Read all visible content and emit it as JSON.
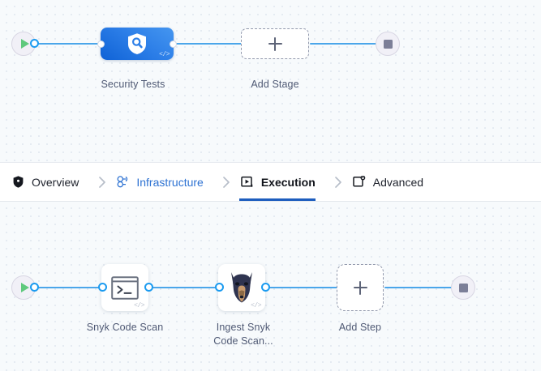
{
  "canvas_top": {
    "start_node": {
      "name": "pipeline-start",
      "icon": "play-icon"
    },
    "end_node": {
      "name": "pipeline-end",
      "icon": "stop-icon"
    },
    "stage": {
      "label": "Security Tests",
      "icon": "shield-search-icon",
      "badge": "</>"
    },
    "add_stage": {
      "label": "Add Stage",
      "icon": "plus-icon"
    }
  },
  "tabs": {
    "items": [
      {
        "label": "Overview",
        "icon": "shield-icon",
        "state": "default"
      },
      {
        "label": "Infrastructure",
        "icon": "infrastructure-nodes-icon",
        "state": "link"
      },
      {
        "label": "Execution",
        "icon": "execution-play-box-icon",
        "state": "active"
      },
      {
        "label": "Advanced",
        "icon": "advanced-gear-box-icon",
        "state": "default"
      }
    ],
    "separator": "chevron-right-icon",
    "active_underline_color": "#1d5dbe",
    "link_color": "#2d72d2"
  },
  "canvas_bottom": {
    "start_node": {
      "name": "execution-start",
      "icon": "play-icon"
    },
    "end_node": {
      "name": "execution-end",
      "icon": "stop-icon"
    },
    "steps": [
      {
        "label": "Snyk Code Scan",
        "icon": "terminal-icon",
        "badge": "</>"
      },
      {
        "label": "Ingest Snyk\nCode Scan...",
        "icon": "doberman-logo-icon",
        "badge": "</>"
      }
    ],
    "add_step": {
      "label": "Add Step",
      "icon": "plus-icon"
    }
  }
}
